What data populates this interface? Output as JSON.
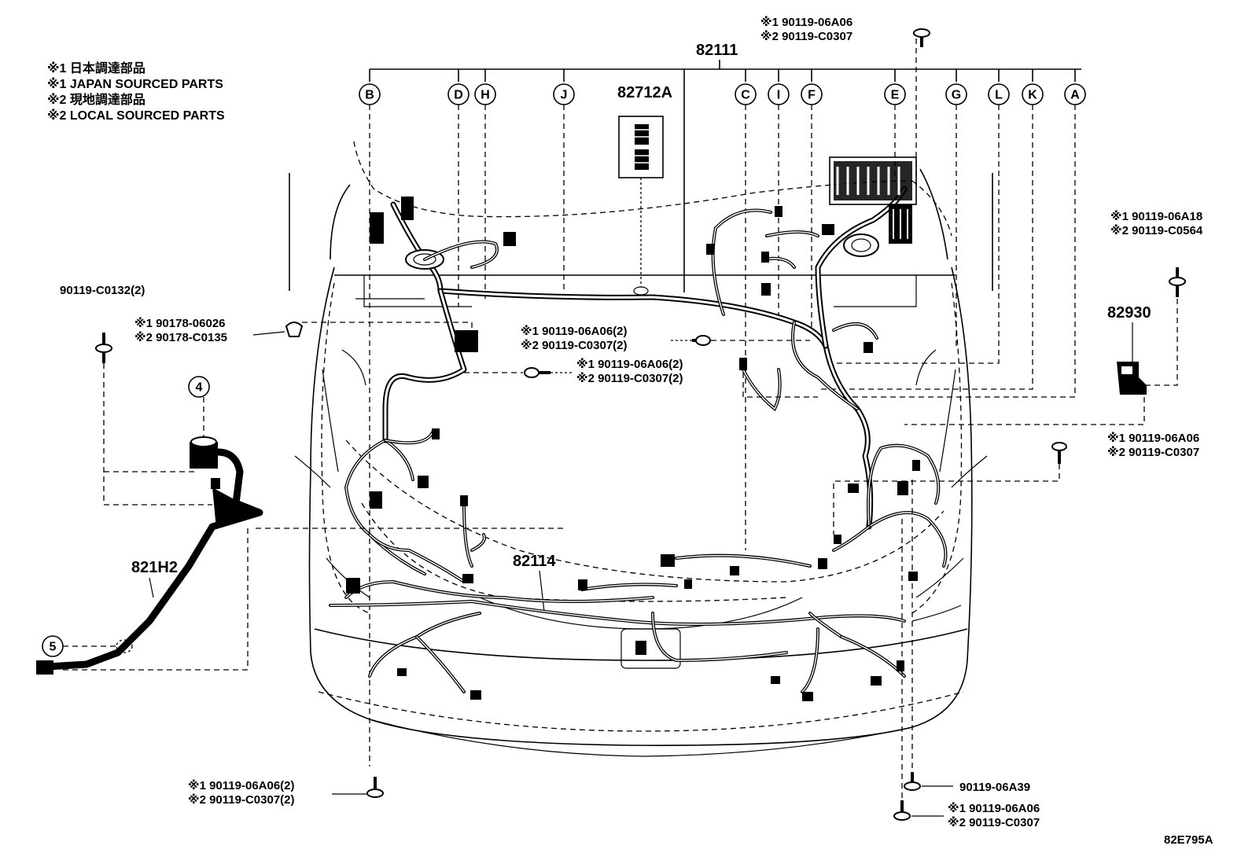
{
  "legend": {
    "line1": "※1 日本調達部品",
    "line2": "※1 JAPAN SOURCED PARTS",
    "line3": "※2 現地調達部品",
    "line4": "※2 LOCAL SOURCED PARTS"
  },
  "parts": {
    "main_harness": "82111",
    "relay_block": "82712A",
    "bumper_harness": "82114",
    "sensor_bracket": "82930",
    "sub_harness": "821H2"
  },
  "callouts": {
    "B": "B",
    "D": "D",
    "H": "H",
    "J": "J",
    "C": "C",
    "I": "I",
    "F": "F",
    "E": "E",
    "G": "G",
    "L": "L",
    "K": "K",
    "A": "A",
    "n4": "4",
    "n5": "5"
  },
  "fasteners": {
    "top_right": {
      "l1": "※1 90119-06A06",
      "l2": "※2 90119-C0307"
    },
    "right_upper": {
      "l1": "※1 90119-06A18",
      "l2": "※2 90119-C0564"
    },
    "right_mid": {
      "l1": "※1 90119-06A06",
      "l2": "※2 90119-C0307"
    },
    "left_bolt": {
      "l1": "90119-C0132(2)"
    },
    "left_clip": {
      "l1": "※1 90178-06026",
      "l2": "※2 90178-C0135"
    },
    "center_upper": {
      "l1": "※1 90119-06A06(2)",
      "l2": "※2 90119-C0307(2)"
    },
    "center_lower": {
      "l1": "※1 90119-06A06(2)",
      "l2": "※2 90119-C0307(2)"
    },
    "bottom_left": {
      "l1": "※1 90119-06A06(2)",
      "l2": "※2 90119-C0307(2)"
    },
    "bottom_right_single": {
      "l1": "90119-06A39"
    },
    "bottom_right": {
      "l1": "※1 90119-06A06",
      "l2": "※2 90119-C0307"
    }
  },
  "figure_code": "82E795A"
}
